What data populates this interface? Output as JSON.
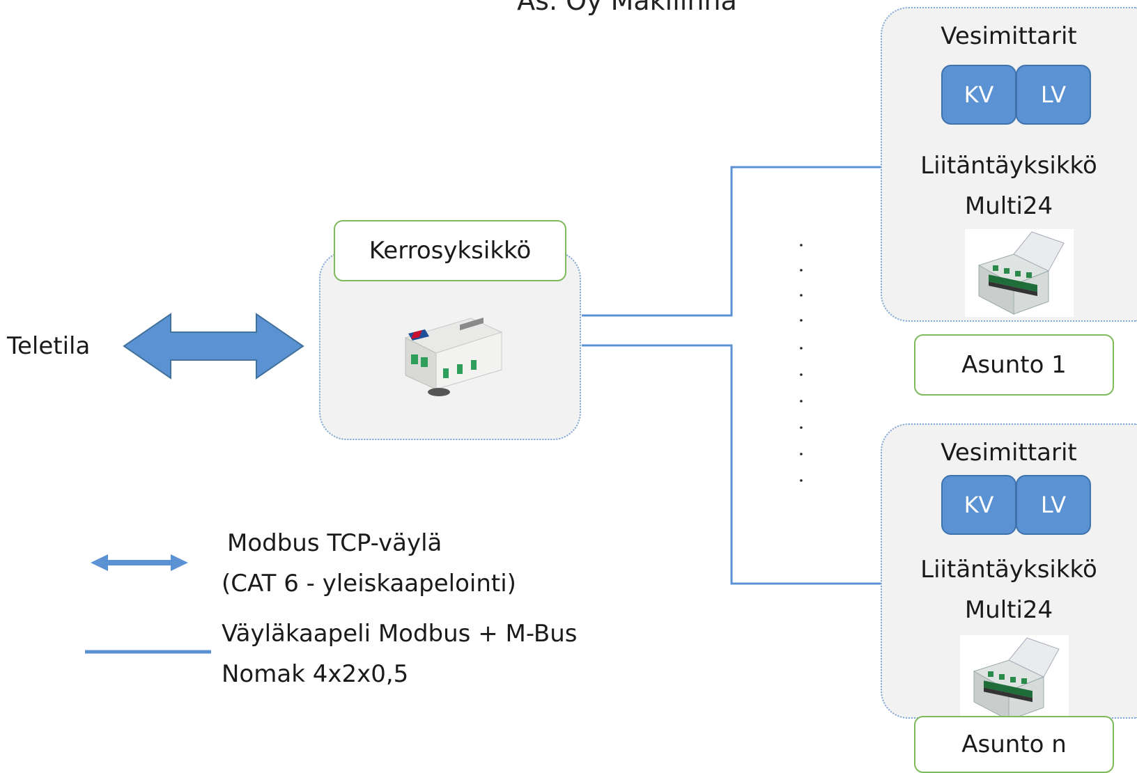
{
  "title": "As. Oy Mäkilinna",
  "teletila_label": "Teletila",
  "floor_unit": {
    "label": "Kerrosyksikkö"
  },
  "apartments": [
    {
      "label": "Asunto 1",
      "water_meters_label": "Vesimittarit",
      "meters": [
        "KV",
        "LV"
      ],
      "interface_unit_line1": "Liitäntäyksikkö",
      "interface_unit_line2": "Multi24"
    },
    {
      "label": "Asunto n",
      "water_meters_label": "Vesimittarit",
      "meters": [
        "KV",
        "LV"
      ],
      "interface_unit_line1": "Liitäntäyksikkö",
      "interface_unit_line2": "Multi24"
    }
  ],
  "legend": {
    "arrow_line1": "Modbus TCP-väylä",
    "arrow_line2": "(CAT 6 - yleiskaapelointi)",
    "cable_line1": "Väyläkaapeli Modbus + M-Bus",
    "cable_line2": "Nomak 4x2x0,5"
  },
  "colors": {
    "arrow": "#5b92d3",
    "cable": "#5b92d3",
    "label_border": "#7dba5a",
    "panel_border": "#7fa7d6",
    "meter_fill": "#5b92d3"
  }
}
